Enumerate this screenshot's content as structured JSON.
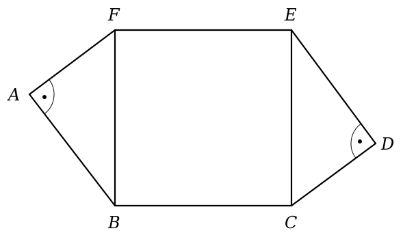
{
  "diagram": {
    "vertices": {
      "A": "A",
      "B": "B",
      "C": "C",
      "D": "D",
      "E": "E",
      "F": "F"
    },
    "edges": [
      [
        "A",
        "F"
      ],
      [
        "F",
        "E"
      ],
      [
        "E",
        "D"
      ],
      [
        "D",
        "C"
      ],
      [
        "C",
        "B"
      ],
      [
        "B",
        "A"
      ],
      [
        "F",
        "B"
      ],
      [
        "E",
        "C"
      ]
    ],
    "right_angles": [
      "A",
      "D"
    ]
  }
}
